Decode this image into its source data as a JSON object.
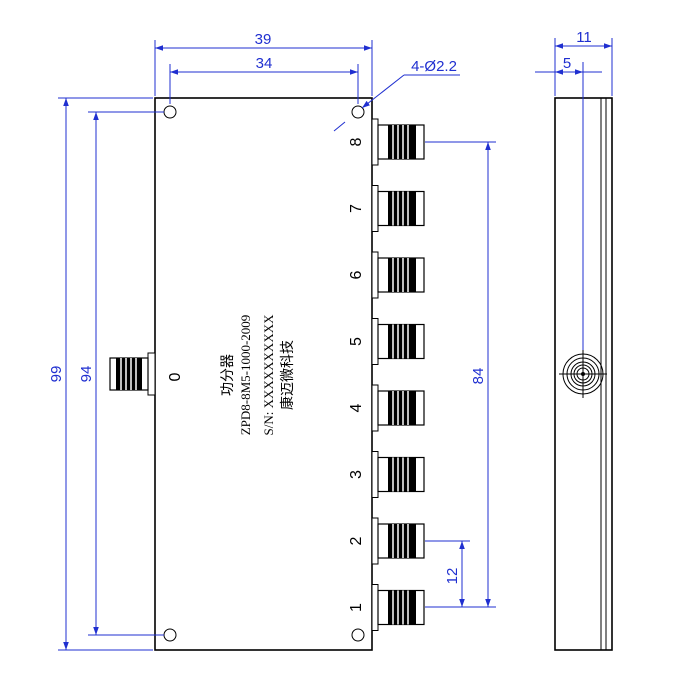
{
  "dimensions": {
    "overall_width": "39",
    "hole_spacing_x": "34",
    "hole_callout": "4-Ø2.2",
    "overall_height": "99",
    "hole_spacing_y": "94",
    "port_span": "84",
    "port_pitch": "12",
    "side_depth": "11",
    "side_connector_offset": "5"
  },
  "ports": {
    "input": "0",
    "outputs": [
      "8",
      "7",
      "6",
      "5",
      "4",
      "3",
      "2",
      "1"
    ]
  },
  "label": {
    "name": "功分器",
    "model": "ZPD8-8M5-1000-2009",
    "serial": "S/N: XXXXXXXXXX",
    "maker": "康迈微科技"
  }
}
